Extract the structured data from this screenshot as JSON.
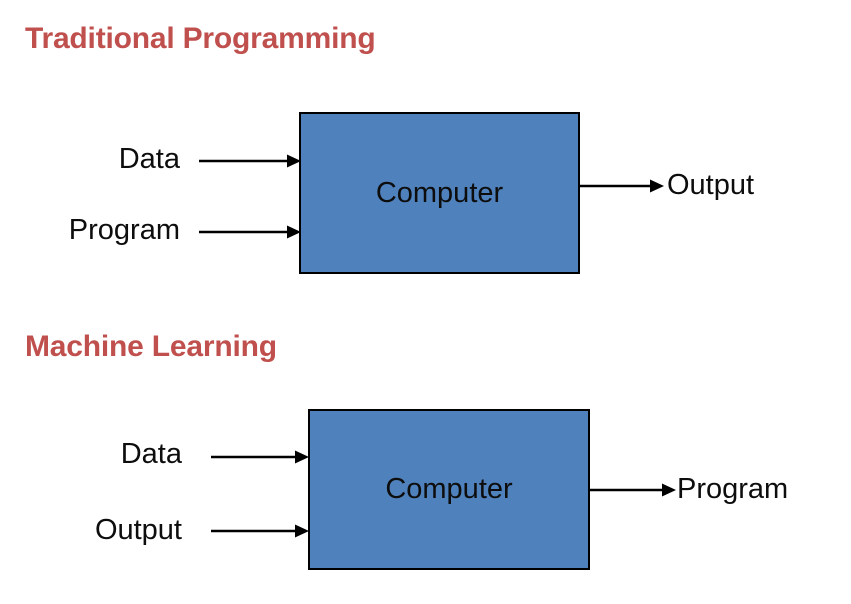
{
  "page": {
    "background_color": "#FFFFFF",
    "heading_color": "#C0504D",
    "box_fill_color": "#4F81BD",
    "box_border_color": "#000000",
    "text_color": "#0D0D0D"
  },
  "diagrams": [
    {
      "heading": "Traditional Programming",
      "inputs": [
        "Data",
        "Program"
      ],
      "process": "Computer",
      "outputs": [
        "Output"
      ]
    },
    {
      "heading": "Machine Learning",
      "inputs": [
        "Data",
        "Output"
      ],
      "process": "Computer",
      "outputs": [
        "Program"
      ]
    }
  ]
}
